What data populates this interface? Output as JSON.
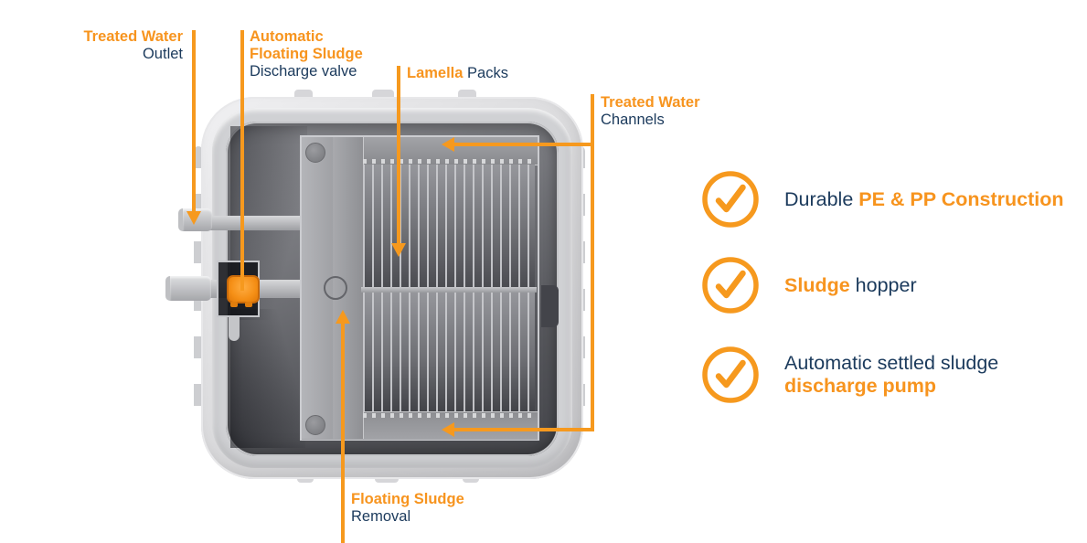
{
  "colors": {
    "accent_orange": "#f7941e",
    "text_navy": "#1b3a5c",
    "line_orange": "#f6991e"
  },
  "annotations": {
    "treated_water_outlet": {
      "highlight": "Treated Water",
      "plain": "Outlet"
    },
    "automatic_discharge_valve": {
      "highlight_line1": "Automatic",
      "highlight_line2": "Floating Sludge",
      "plain": "Discharge valve"
    },
    "lamella_packs": {
      "highlight": "Lamella",
      "plain": "Packs"
    },
    "treated_water_channels": {
      "highlight": "Treated Water",
      "plain": "Channels"
    },
    "floating_sludge_removal": {
      "highlight": "Floating Sludge",
      "plain": "Removal"
    }
  },
  "features": [
    {
      "icon": "check-circle-icon",
      "plain": "Durable",
      "highlight": "PE & PP Construction"
    },
    {
      "icon": "check-circle-icon",
      "highlight": "Sludge",
      "plain": "hopper"
    },
    {
      "icon": "check-circle-icon",
      "plain": "Automatic settled sludge",
      "highlight": "discharge pump"
    }
  ]
}
